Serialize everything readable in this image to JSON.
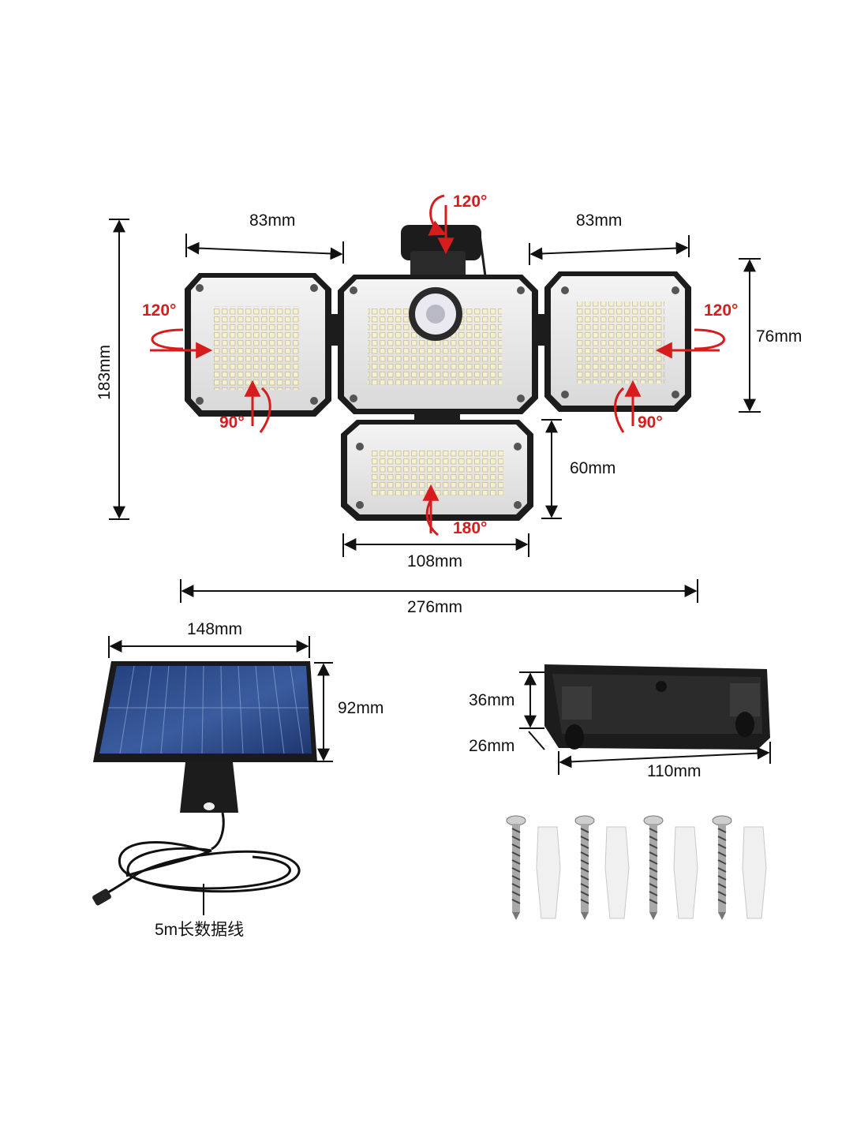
{
  "dimensions": {
    "left_panel_width": "83mm",
    "right_panel_width": "83mm",
    "total_height": "183mm",
    "right_panel_height": "76mm",
    "bottom_panel_height": "60mm",
    "bottom_panel_width": "108mm",
    "total_width": "276mm",
    "solar_width": "148mm",
    "solar_height": "92mm",
    "bracket_height": "36mm",
    "bracket_depth": "26mm",
    "bracket_width": "110mm"
  },
  "rotations": {
    "top_rotation": "120°",
    "left_rotation_horizontal": "120°",
    "left_rotation_vertical": "90°",
    "right_rotation_horizontal": "120°",
    "right_rotation_vertical": "90°",
    "bottom_rotation": "180°"
  },
  "cable_label": "5m长数据线",
  "colors": {
    "accent_red": "#d61c1c",
    "housing": "#1c1c1c",
    "solar_cell": "#2e4b8a"
  }
}
